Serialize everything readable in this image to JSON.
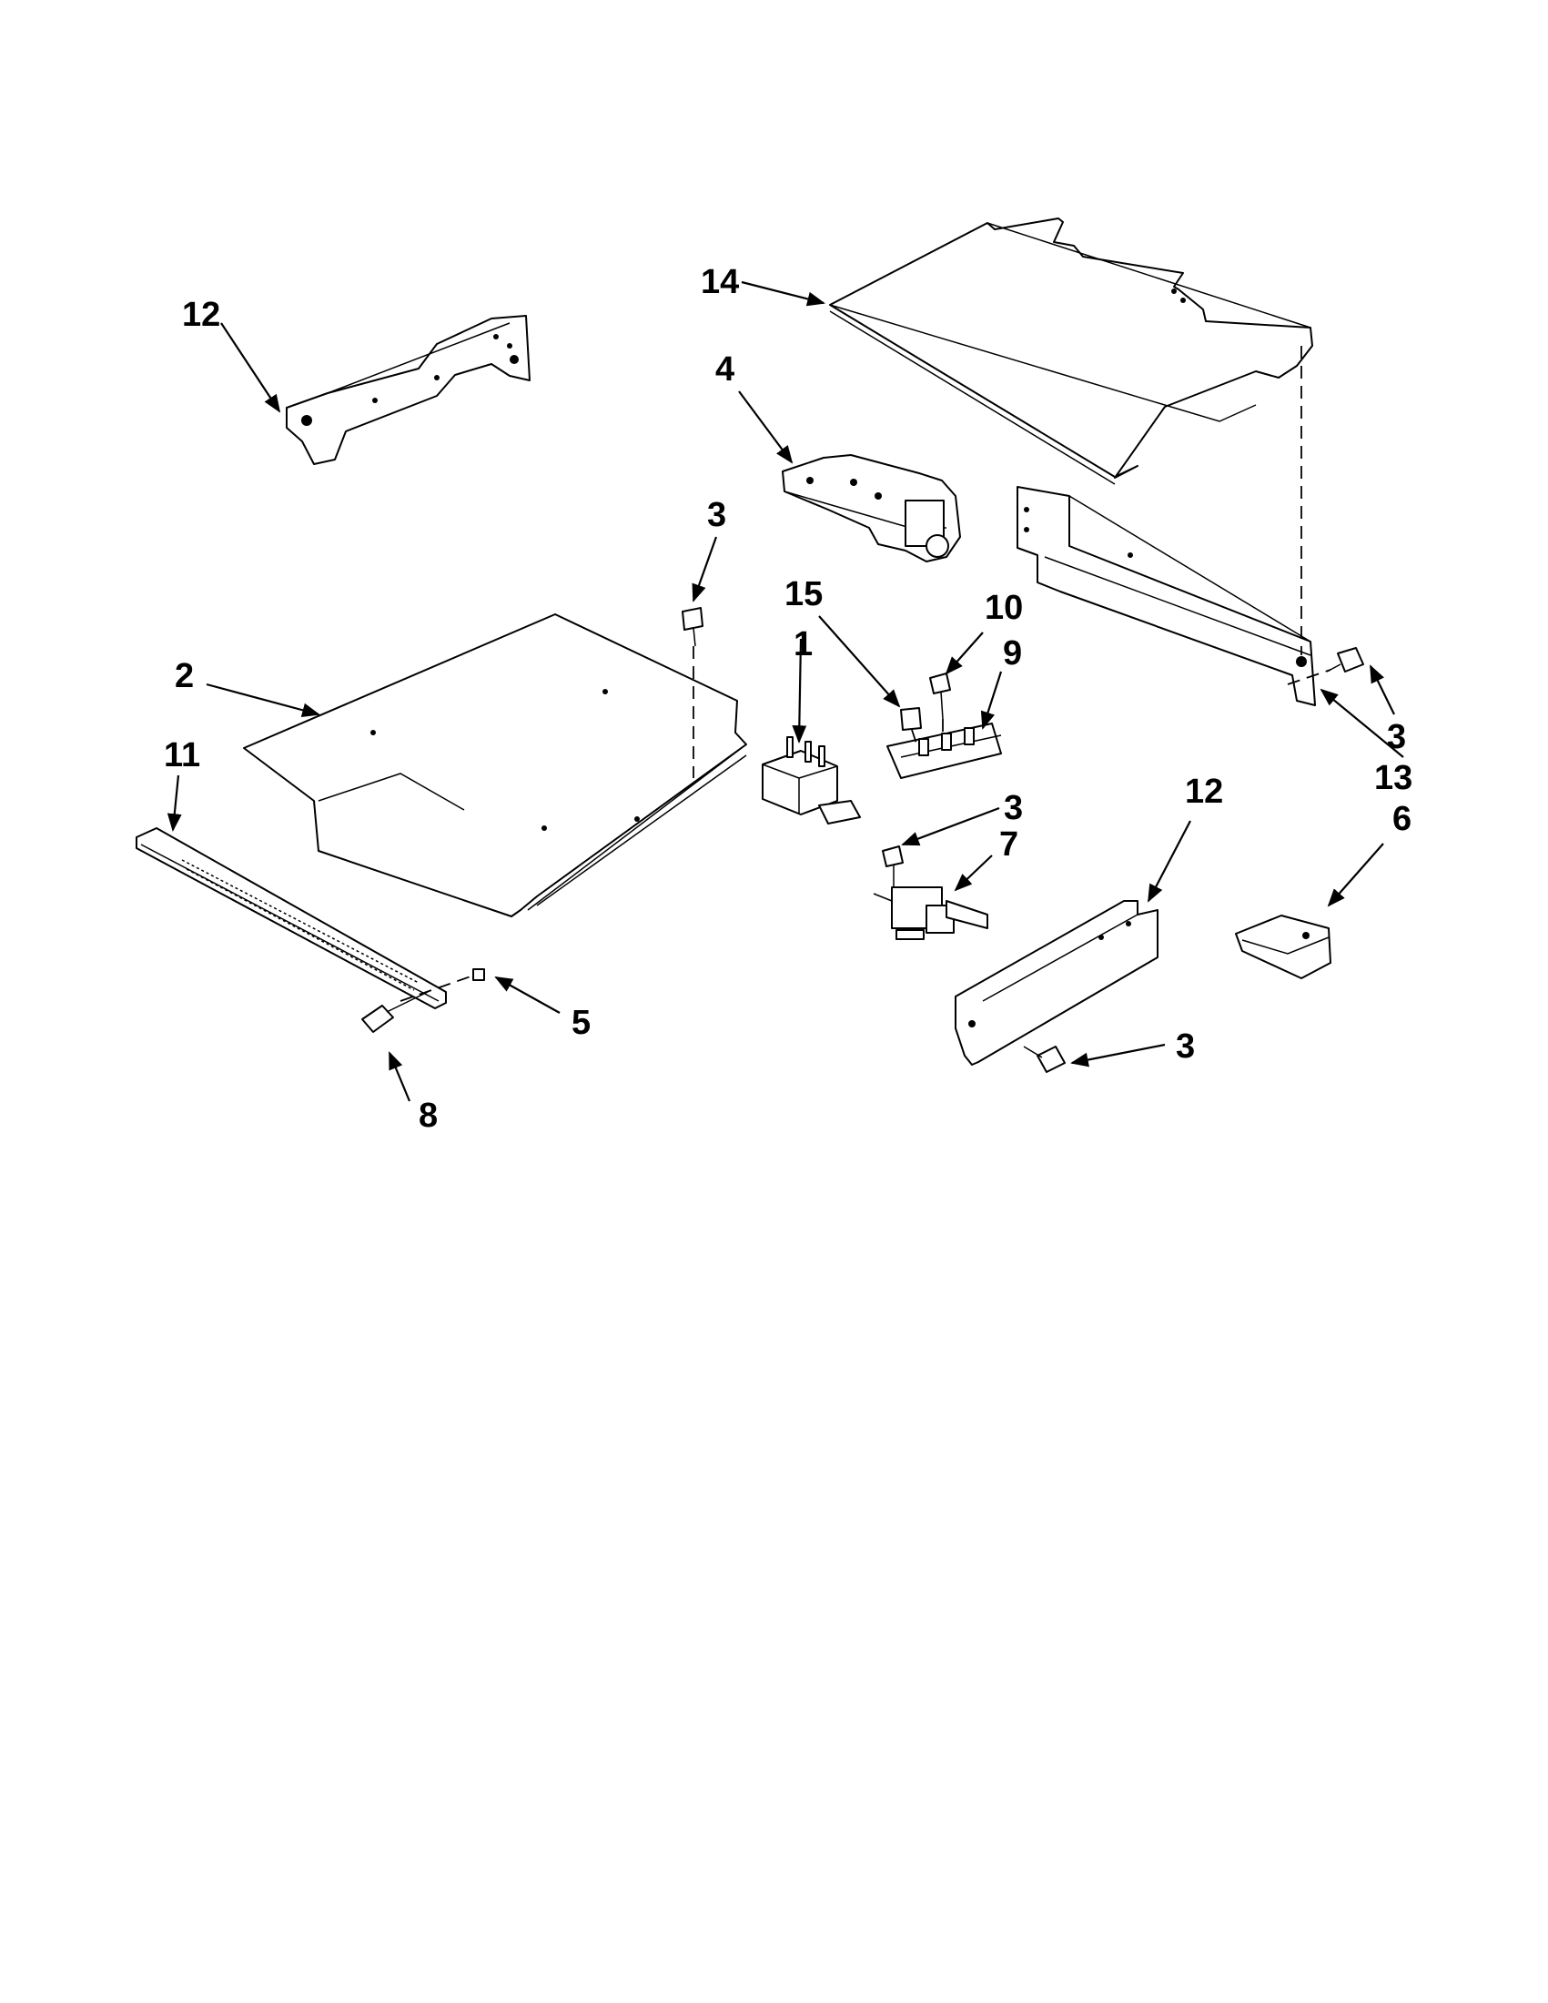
{
  "callouts": {
    "c1": "1",
    "c2": "2",
    "c3a": "3",
    "c3b": "3",
    "c3c": "3",
    "c3d": "3",
    "c4": "4",
    "c5": "5",
    "c6": "6",
    "c7": "7",
    "c8": "8",
    "c9": "9",
    "c10": "10",
    "c11": "11",
    "c12a": "12",
    "c12b": "12",
    "c13": "13",
    "c14": "14",
    "c15": "15"
  },
  "colors": {
    "line": "#000000",
    "background": "#ffffff"
  }
}
